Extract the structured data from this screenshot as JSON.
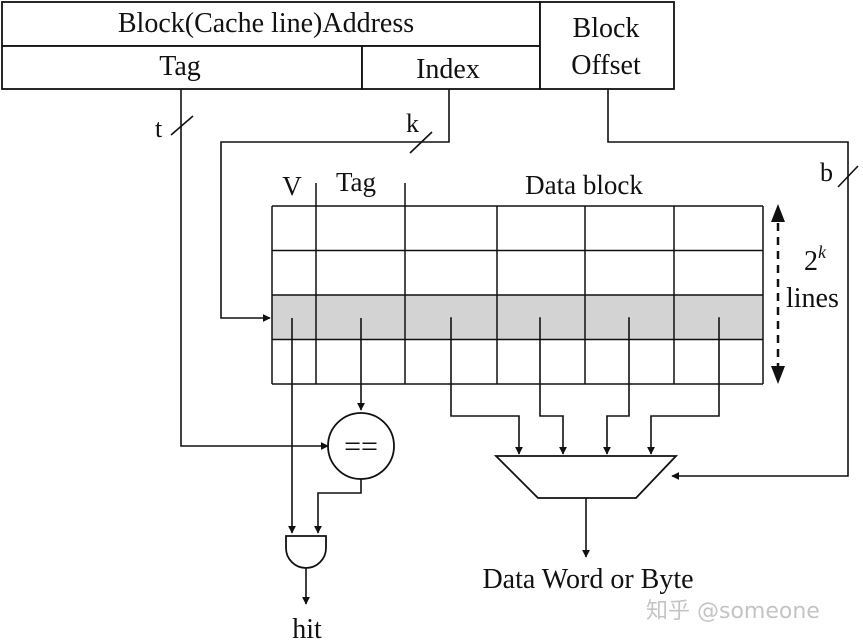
{
  "address": {
    "title": "Block(Cache line)Address",
    "tag": "Tag",
    "index": "Index",
    "offset_line1": "Block",
    "offset_line2": "Offset"
  },
  "bus_labels": {
    "t": "t",
    "k": "k",
    "b": "b"
  },
  "cache": {
    "col_v": "V",
    "col_tag": "Tag",
    "col_data": "Data block",
    "size_base": "2",
    "size_exp": "k",
    "size_unit": "lines",
    "rows": 4,
    "selected_row": 2,
    "data_columns": 4,
    "highlight_color": "#d3d3d3"
  },
  "comparator": {
    "symbol": "=="
  },
  "outputs": {
    "hit": "hit",
    "data": "Data Word or Byte"
  },
  "watermark": "知乎 @someone"
}
